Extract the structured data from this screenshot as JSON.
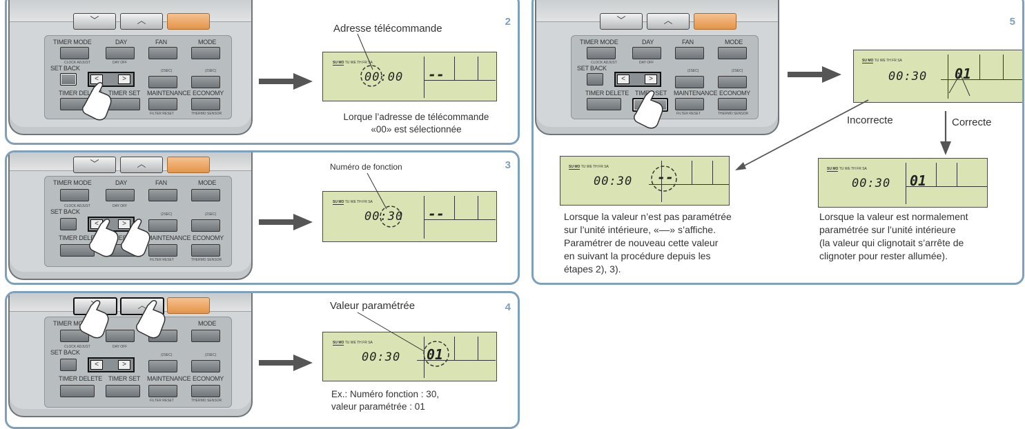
{
  "remote": {
    "down_symbol": "﹀",
    "up_symbol": "︿",
    "timer_mode": "TIMER MODE",
    "day": "DAY",
    "fan": "FAN",
    "mode": "MODE",
    "clock_adjust": "CLOCK ADJUST",
    "day_off": "DAY OFF",
    "set_back": "SET BACK",
    "swing_sec": "(2SEC)",
    "timer_delete": "TIMER DELETE",
    "timer_set": "TIMER SET",
    "maintenance": "MAINTENANCE",
    "economy": "ECONOMY",
    "filter_reset": "FILTER RESET",
    "thermo_sensor": "THERMO SENSOR",
    "left_arrow": "<",
    "right_arrow": ">"
  },
  "lcd": {
    "days_hl": "SU MO",
    "days_rest": "TU WE TH FR SA"
  },
  "step2": {
    "number": "2",
    "callout": "Adresse télécommande",
    "time": "00:00",
    "value": "--",
    "caption_line1": "Lorque l’adresse de télécommande",
    "caption_line2": "«00» est sélectionnée"
  },
  "step3": {
    "number": "3",
    "callout": "Numéro de fonction",
    "time": "00:30",
    "value": "--"
  },
  "step4": {
    "number": "4",
    "callout": "Valeur paramétrée",
    "time": "00:30",
    "value": "01",
    "caption_line1": "Ex.: Numéro fonction : 30,",
    "caption_line2": "valeur paramétrée : 01"
  },
  "step5": {
    "number": "5",
    "time": "00:30",
    "value_blink": "01",
    "incorrect_label": "Incorrecte",
    "correct_label": "Correcte",
    "incorrect_value": "--",
    "correct_value": "01",
    "incorrect_caption": [
      "Lorsque la valeur n’est pas paramétrée",
      "sur l’unité intérieure, «––» s’affiche.",
      "Paramétrer de nouveau cette valeur",
      "en suivant la procédure depuis les",
      "étapes 2), 3)."
    ],
    "correct_caption": [
      "Lorsque la valeur est normalement",
      "paramétrée sur l’unité intérieure",
      "(la valeur qui clignotait s’arrête de",
      "clignoter pour rester allumée)."
    ]
  },
  "colors": {
    "panel_border": "#7ea0bb",
    "lcd_bg": "#d9e3b4",
    "orange_button": "#e3954a",
    "arrow": "#555555"
  }
}
